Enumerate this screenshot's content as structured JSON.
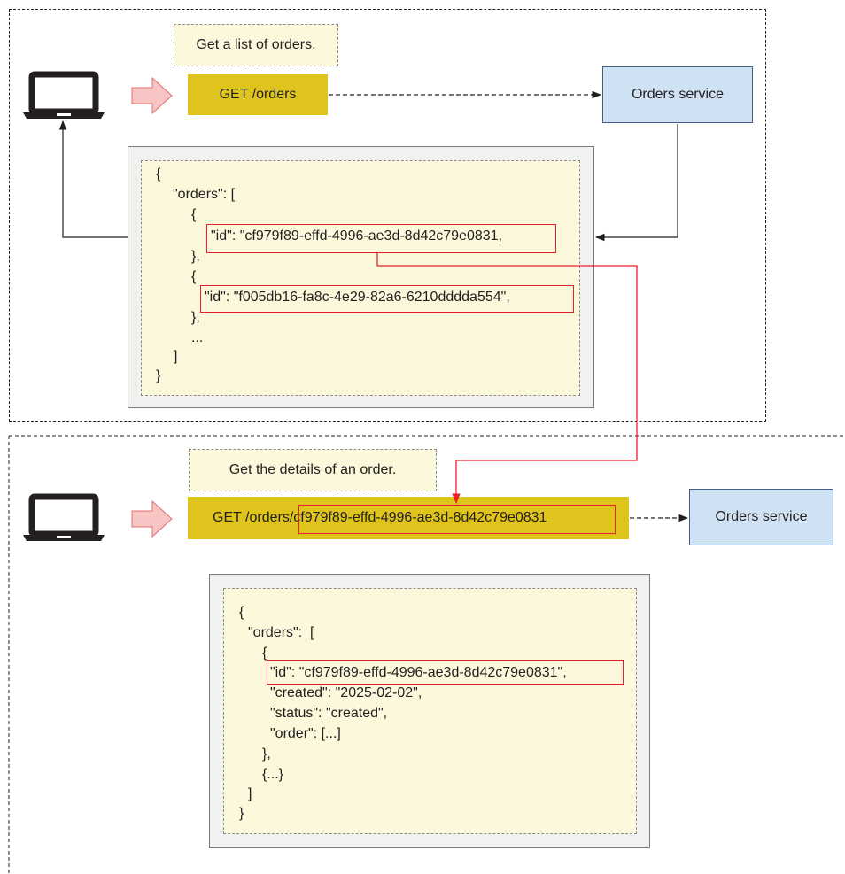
{
  "top": {
    "note": "Get a list of orders.",
    "request": "GET /orders",
    "service": "Orders service",
    "response_lines": [
      "{",
      "\"orders\": [",
      "{",
      "\"id\": \"cf979f89-effd-4996-ae3d-8d42c79e0831,",
      "},",
      "{",
      "\"id\": \"f005db16-fa8c-4e29-82a6-6210dddda554\",",
      "},",
      "...",
      "]",
      "}"
    ]
  },
  "bottom": {
    "note": "Get the details of an order.",
    "request_prefix": "GET /orders",
    "request_id": "/cf979f89-effd-4996-ae3d-8d42c79e0831",
    "service": "Orders service",
    "response_lines": [
      "{",
      "\"orders\":  [",
      "{",
      "\"id\": \"cf979f89-effd-4996-ae3d-8d42c79e0831\",",
      "\"created\": \"2025-02-02\",",
      "\"status\": \"created\",",
      "\"order\": [...]",
      "},",
      "{...}",
      "]",
      "}"
    ]
  },
  "icons": {
    "client": "laptop-icon",
    "request_arrow": "right-arrow-icon"
  },
  "colors": {
    "request": "#dfc41e",
    "note": "#fbf8dc",
    "service": "#cfe2f3",
    "highlight": "#e8202a",
    "request_arrow": "#f8c5c5"
  }
}
